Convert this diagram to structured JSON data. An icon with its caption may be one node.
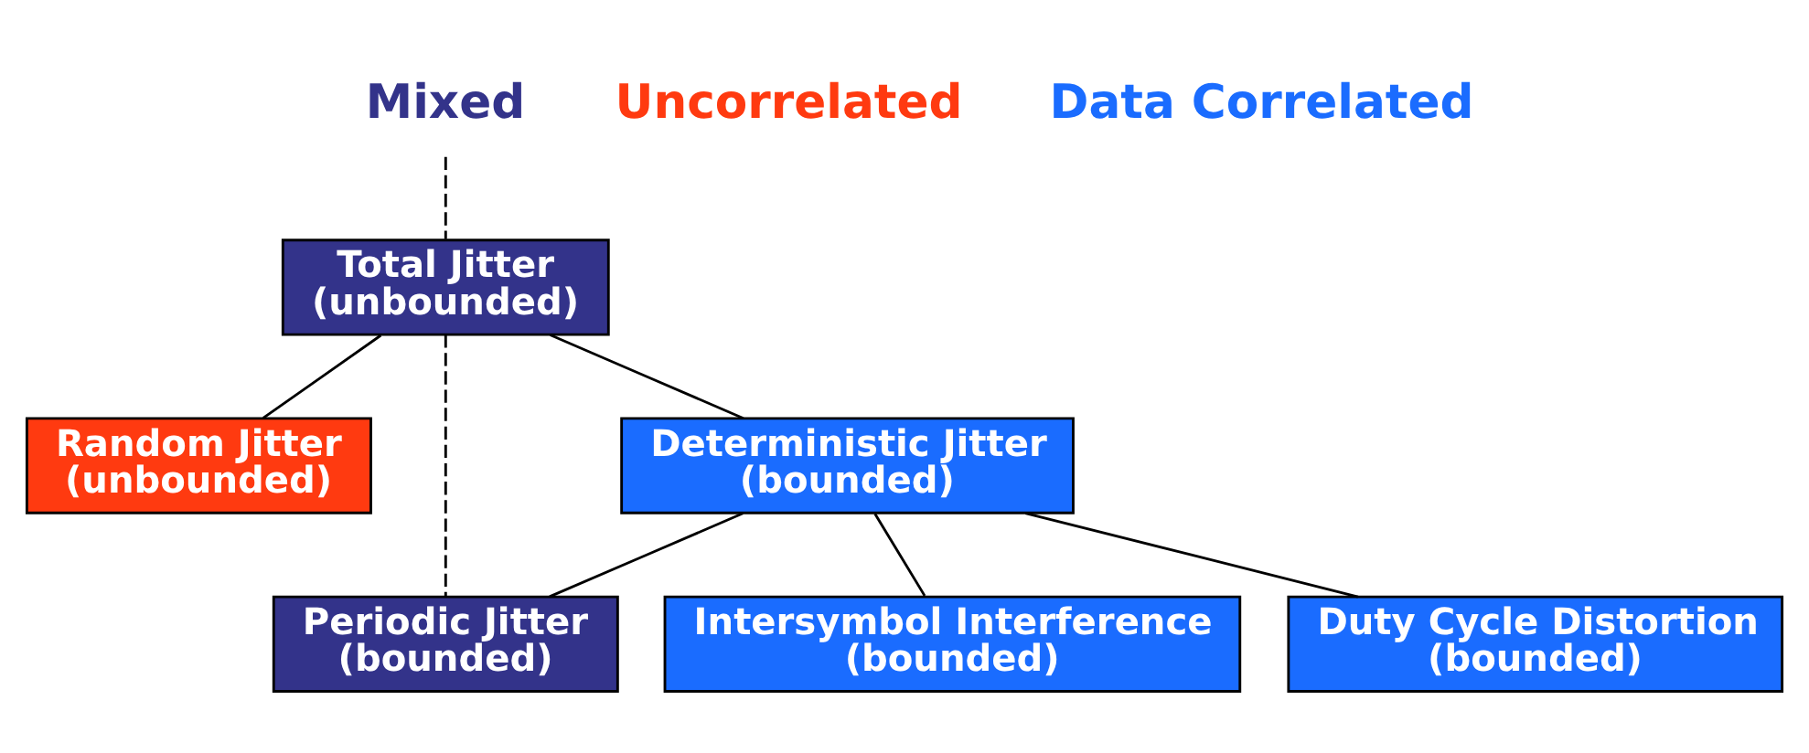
{
  "diagram": {
    "nodes": [
      {
        "text": [
          "Mixed"
        ]
      },
      {
        "text": [
          "Total Jitter (unbounded)"
        ]
      },
      {
        "text": [
          "Random Jitter (unbounded)"
        ]
      },
      {
        "text": [
          "Deterministic Jitter (bounded)"
        ]
      },
      {
        "text": [
          "Periodic Jitter (bounded)"
        ]
      },
      {
        "text": [
          "Intersymbol Interference (bounded)"
        ]
      },
      {
        "text": [
          "Duty Cycle Distortion (bounded)"
        ]
      }
    ],
    "edges": [
      {
        "from": 0,
        "to": 1,
        "arrow": "none",
        "style": "dashed"
      },
      {
        "from": 1,
        "to": 2,
        "arrow": "none"
      },
      {
        "from": 1,
        "to": 3,
        "arrow": "none"
      },
      {
        "from": 1,
        "to": 4,
        "arrow": "none",
        "style": "dashed"
      },
      {
        "from": 3,
        "to": 4,
        "arrow": "none"
      },
      {
        "from": 3,
        "to": 5,
        "arrow": "none"
      },
      {
        "from": 3,
        "to": 6,
        "arrow": "none"
      }
    ],
    "labels": [
      "Uncorrelated",
      "Data Correlated"
    ]
  }
}
